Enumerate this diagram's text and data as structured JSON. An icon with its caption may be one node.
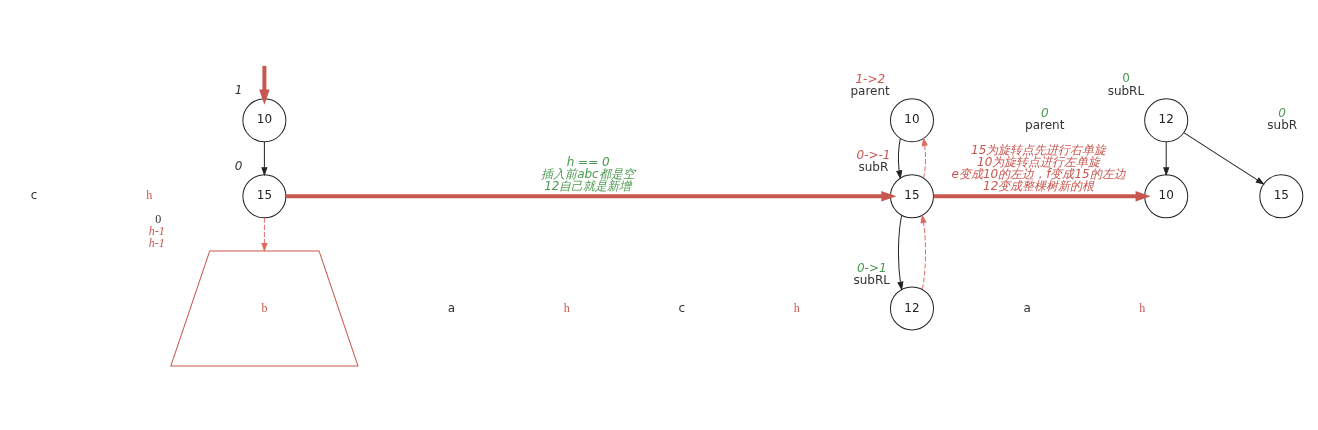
{
  "diagram": {
    "nodes": [
      {
        "text": [
          "10"
        ],
        "beside": [
          "1"
        ]
      },
      {
        "text": [
          "15"
        ],
        "beside": [
          "0"
        ]
      },
      {
        "text": [
          "b"
        ],
        "beside": [
          "0",
          "h-1",
          "h-1"
        ]
      },
      {
        "text": [
          "10"
        ],
        "beside": [
          "1->2",
          "parent"
        ]
      },
      {
        "text": [
          "15"
        ],
        "beside": [
          "0->-1",
          "subR"
        ]
      },
      {
        "text": [
          "12"
        ],
        "beside": [
          "0->1",
          "subRL"
        ]
      },
      {
        "text": [
          "12"
        ],
        "beside": [
          "0",
          "subRL"
        ]
      },
      {
        "text": [
          "10"
        ],
        "beside": [
          "0",
          "parent"
        ]
      },
      {
        "text": [
          "15"
        ],
        "beside": [
          "0",
          "subR"
        ]
      }
    ],
    "edges": [
      {
        "from": null,
        "to": 0,
        "arrow": "to",
        "style": "thick",
        "color": "#c9574f"
      },
      {
        "from": 0,
        "to": 1,
        "arrow": "to"
      },
      {
        "from": 1,
        "to": 2,
        "arrow": "to",
        "style": "dashed",
        "color": "#e06b63"
      },
      {
        "from": 1,
        "to": 4,
        "arrow": "to",
        "style": "thick",
        "color": "#c9574f",
        "label": "h == 0 插入前abc都是空 12自己就是新增"
      },
      {
        "from": 3,
        "to": 4,
        "arrow": "to"
      },
      {
        "from": 4,
        "to": 3,
        "arrow": "to",
        "style": "dashed",
        "color": "#e06b63"
      },
      {
        "from": 4,
        "to": 5,
        "arrow": "to"
      },
      {
        "from": 5,
        "to": 4,
        "arrow": "to",
        "style": "dashed",
        "color": "#e06b63"
      },
      {
        "from": 4,
        "to": 7,
        "arrow": "to",
        "style": "thick",
        "color": "#c9574f",
        "label": "15为旋转点先进行右单旋 10为旋转点进行左单旋 e变成10的左边，f变成15的左边 12变成整棵树新的根"
      },
      {
        "from": 6,
        "to": 7,
        "arrow": "to"
      },
      {
        "from": 6,
        "to": 8,
        "arrow": "to"
      }
    ],
    "labels": [
      "c",
      "h",
      "a",
      "h",
      "c",
      "h",
      "a",
      "h"
    ]
  }
}
